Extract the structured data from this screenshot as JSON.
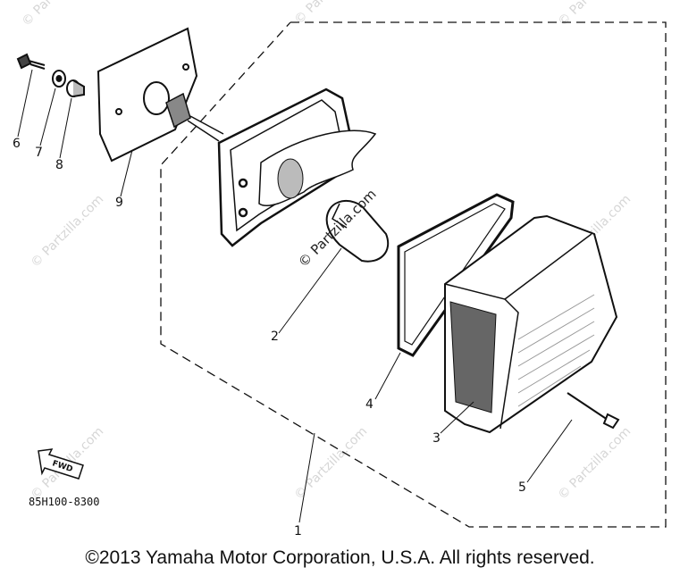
{
  "watermarks": {
    "corner": "© Partzilla",
    "diagonal": "© Partzilla.com",
    "center": "© Partzilla.com"
  },
  "callouts": [
    "1",
    "2",
    "3",
    "4",
    "5",
    "6",
    "7",
    "8",
    "9"
  ],
  "fwd_label": "FWD",
  "part_code": "85H100-8300",
  "copyright": "©2013  Yamaha Motor Corporation, U.S.A. All rights reserved."
}
